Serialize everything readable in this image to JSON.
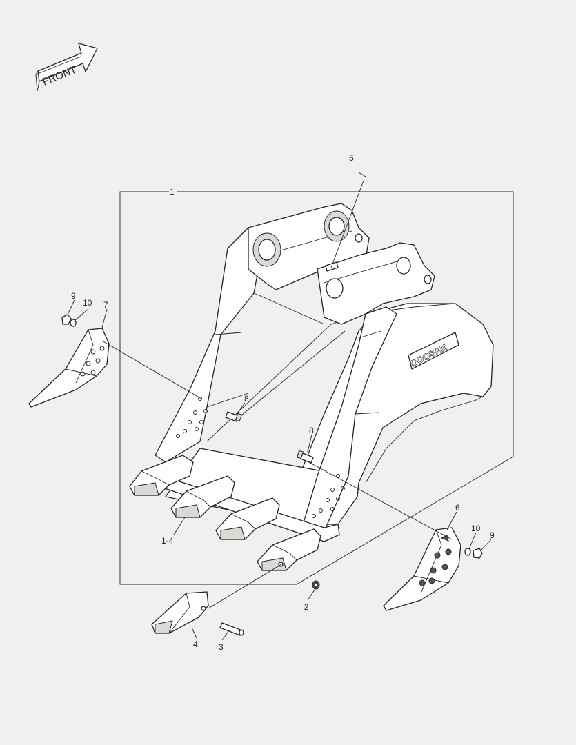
{
  "front_arrow": {
    "label": "FRONT"
  },
  "brand_logo": {
    "text": "DOOSAN"
  },
  "callouts": {
    "c1": "1",
    "c1_4": "1-4",
    "c2": "2",
    "c3": "3",
    "c4": "4",
    "c5": "5",
    "c6": "6",
    "c7": "7",
    "c8a": "8",
    "c8b": "8",
    "c9a": "9",
    "c9b": "9",
    "c10a": "10",
    "c10b": "10"
  }
}
